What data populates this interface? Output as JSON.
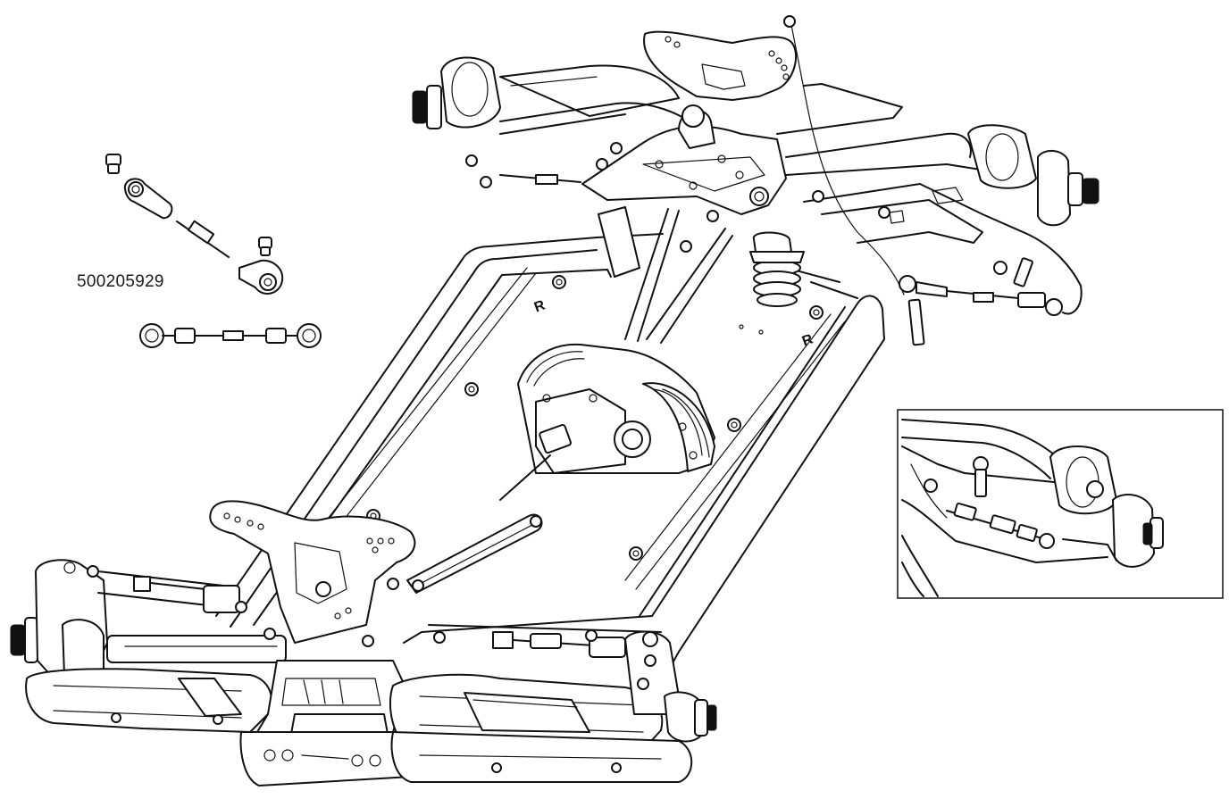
{
  "diagram": {
    "part_label": "500205929",
    "views": [
      "exploded-turnbuckle-assembly",
      "chassis-overview",
      "detail-inset"
    ],
    "marks": {
      "chassis_mark": "R"
    }
  }
}
